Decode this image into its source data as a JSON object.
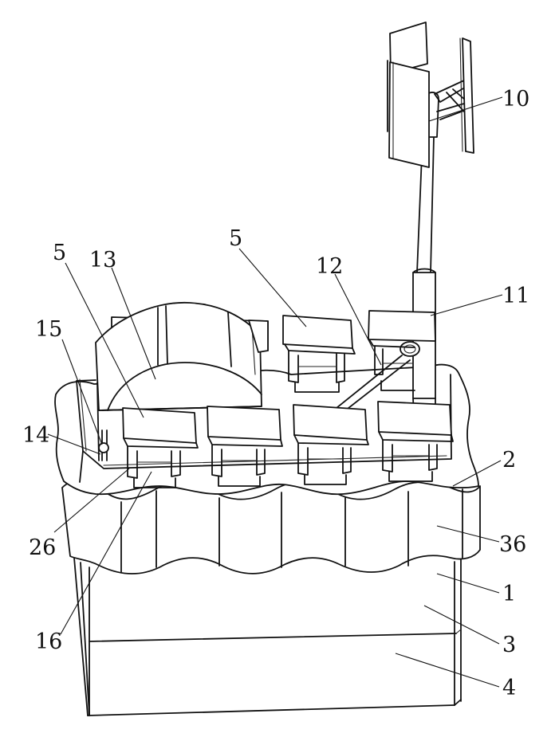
{
  "figure": {
    "labels": {
      "l10": "10",
      "l11": "11",
      "l12": "12",
      "l13": "13",
      "l5a": "5",
      "l5b": "5",
      "l15": "15",
      "l14": "14",
      "l26": "26",
      "l16": "16",
      "l2": "2",
      "l36": "36",
      "l1": "1",
      "l3": "3",
      "l4": "4"
    }
  }
}
